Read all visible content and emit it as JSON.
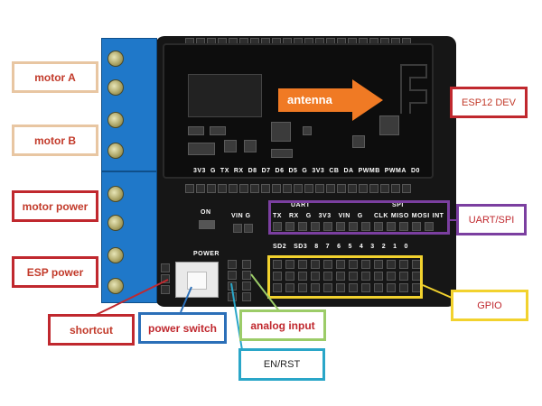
{
  "labels": {
    "motor_a": "motor A",
    "motor_b": "motor B",
    "motor_power": "motor power",
    "esp_power": "ESP power",
    "shortcut": "shortcut",
    "power_switch": "power switch",
    "analog_input": "analog input",
    "en_rst": "EN/RST",
    "esp12_dev": "ESP12 DEV",
    "uart_spi": "UART/SPI",
    "gpio": "GPIO",
    "antenna": "antenna"
  },
  "silkscreen": {
    "esp_pins": [
      "3V3",
      "G",
      "TX",
      "RX",
      "D8",
      "D7",
      "D6",
      "D5",
      "G",
      "3V3",
      "CB",
      "DA",
      "PWMB",
      "PWMA",
      "D0"
    ],
    "on": "ON",
    "vin_g": "VIN G",
    "power": "POWER",
    "uart_title": "UART",
    "uart_pins": [
      "TX",
      "RX",
      "G",
      "3V3",
      "VIN",
      "G"
    ],
    "spi_title": "SPI",
    "spi_pins": [
      "CLK",
      "MISO",
      "MOSI",
      "INT"
    ],
    "gpio_pins": [
      "SD2",
      "SD3",
      "8",
      "7",
      "6",
      "5",
      "4",
      "3",
      "2",
      "1",
      "0"
    ]
  },
  "colors": {
    "board": "#161616",
    "terminal_blue": "#1f78c9",
    "antenna_arrow": "#f07a24",
    "uart_box": "#7b3fa0",
    "gpio_box": "#f2d22e",
    "analog_box": "#9ccc68",
    "enrst_box": "#2aa6c8",
    "switch_box": "#2b6fb8",
    "red_box": "#c0282e",
    "tan_box": "#e8c6a2"
  }
}
